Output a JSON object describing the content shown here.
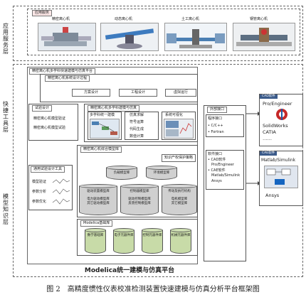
{
  "layers": {
    "application": "应用服务层",
    "tool": "快捷工具层",
    "knowledge": "模型知识层"
  },
  "app_service": {
    "title": "应用服务",
    "items": [
      "精密离心机",
      "动态离心机",
      "土工离心机",
      "钢管离心机"
    ]
  },
  "platform": {
    "title": "精密离心机多学科快速建模与仿真平台",
    "design_process": {
      "title": "精密离心机系统设计过程",
      "items": [
        "方案设计",
        "工程设计",
        "虚拟运行"
      ]
    },
    "test_design": {
      "title": "试验设计",
      "items": [
        "精密离心机模型验证",
        "精密离心机模型试验"
      ]
    },
    "multi_modeling": {
      "title": "精密离心机多学科建模与仿真",
      "sub1": "多学科统一建模",
      "sub2": "仿真求解",
      "sub3": "系统可视化",
      "solve_items": [
        "符号运算",
        "代码生成",
        "数值计算"
      ]
    },
    "integrated_lib": {
      "title": "精密离心机综合模型库",
      "ip": "知识产权保护策略",
      "cylinders": [
        "负载模型库",
        "环境模型库",
        "驱动装置模型库",
        "控制器模型库",
        "传动及执行机构"
      ],
      "drive_items": [
        "电力驱动模型库",
        "其它驱动模型库"
      ],
      "ctrl_items": [
        "驱动控制模型库",
        "反馈控制模型库"
      ],
      "trans_items": [
        "电机模型库",
        "其它模型库"
      ]
    },
    "common_tools": {
      "title": "通用试验设计工具",
      "items": [
        "模型验证",
        "参数分析",
        "参数优化"
      ]
    },
    "modelica_lib": {
      "title": "Modelica基础库",
      "items": [
        "数学基础库",
        "电子元器件库",
        "控制元器件库",
        "机械元器件库"
      ]
    },
    "bottom": "Modelica统一建模与仿真平台"
  },
  "external": {
    "title": "外部接口",
    "prog_title": "程序接口",
    "prog_items": [
      "C/C++",
      "Fortran"
    ],
    "sw_title": "软件接口",
    "sw_items": [
      "CAD软件",
      "Pro/Engineer",
      "CAE软件",
      "Matlab/Simulink",
      "Ansys"
    ]
  },
  "cad": {
    "title": "CAD软件",
    "items": [
      "Pro/Engineer",
      "SolidWorks",
      "CATIA",
      "……"
    ]
  },
  "cae": {
    "title": "CAE软件",
    "items": [
      "Matlab/Simulink",
      "Ansys"
    ]
  },
  "caption": "图 2　高精度惯性仪表校准检测装置快速建模与仿真分析平台框架图"
}
